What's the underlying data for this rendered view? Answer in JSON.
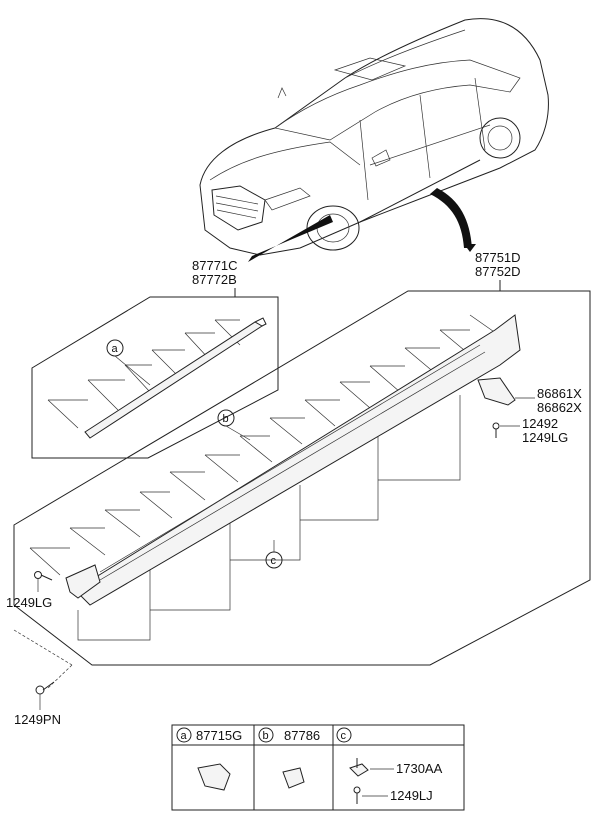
{
  "labels": {
    "front_garnish": [
      "87771C",
      "87772B"
    ],
    "side_sill": [
      "87751D",
      "87752D"
    ],
    "bracket": [
      "86861X",
      "86862X"
    ],
    "screw_right": [
      "12492",
      "1249LG"
    ],
    "screw_left": "1249LG",
    "screw_bottom": "1249PN"
  },
  "callouts": {
    "a": "a",
    "b": "b",
    "c": "c"
  },
  "legend": {
    "a": {
      "letter": "a",
      "part": "87715G"
    },
    "b": {
      "letter": "b",
      "part": "87786"
    },
    "c": {
      "letter": "c",
      "parts": [
        "1730AA",
        "1249LJ"
      ]
    }
  }
}
